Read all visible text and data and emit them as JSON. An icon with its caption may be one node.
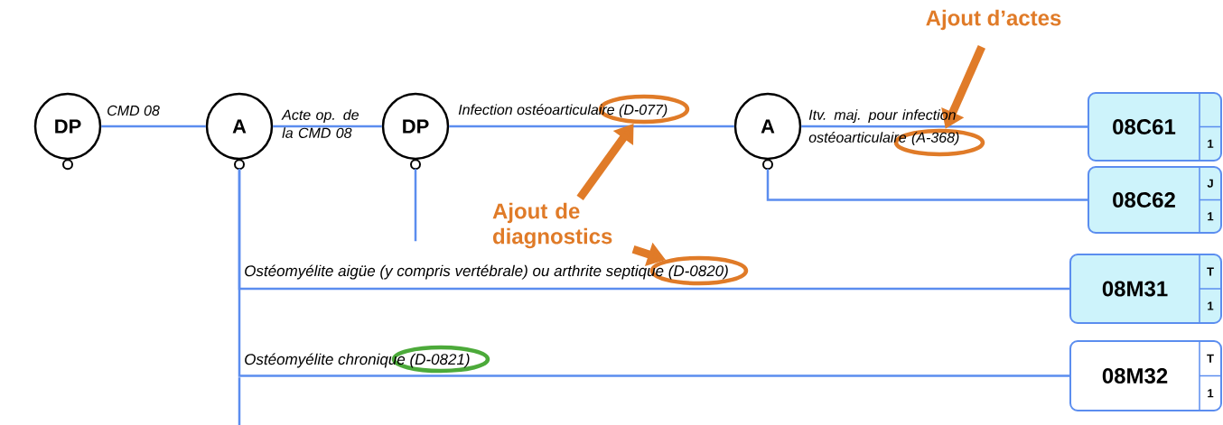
{
  "diagram": {
    "nodes": [
      {
        "text": [
          "DP"
        ]
      },
      {
        "text": [
          "A"
        ]
      },
      {
        "text": [
          "DP"
        ]
      },
      {
        "text": [
          "A"
        ]
      },
      {
        "text": [
          "08C61",
          "1"
        ]
      },
      {
        "text": [
          "08C62",
          "J",
          "1"
        ]
      },
      {
        "text": [
          "08M31",
          "T",
          "1"
        ]
      },
      {
        "text": [
          "08M32",
          "T",
          "1"
        ]
      },
      {
        "text": [
          "Ajout d’actes"
        ]
      },
      {
        "text": [
          "Ajout de diagnostics"
        ]
      },
      {
        "text": [],
        "shape": "ellipse"
      },
      {
        "text": [],
        "shape": "ellipse"
      },
      {
        "text": [],
        "shape": "ellipse"
      },
      {
        "text": [],
        "shape": "ellipse"
      }
    ],
    "edges": [
      {
        "from": 0,
        "to": 1,
        "arrow": "none",
        "label": "CMD 08"
      },
      {
        "from": 1,
        "to": 2,
        "arrow": "none",
        "label": "Acte op. de la CMD 08"
      },
      {
        "from": 2,
        "to": 3,
        "arrow": "none",
        "label": "Infection ostéoarticulaire (D-077)"
      },
      {
        "from": 3,
        "to": 4,
        "arrow": "none",
        "label": "Itv. maj. pour infection ostéoarticulaire (A-368)"
      },
      {
        "from": 3,
        "to": 5,
        "arrow": "none"
      },
      {
        "from": 1,
        "to": 6,
        "arrow": "none",
        "label": "Ostéomyélite aigüe (y compris vertébrale) ou arthrite septique (D-0820)"
      },
      {
        "from": 1,
        "to": 7,
        "arrow": "none",
        "label": "Ostéomyélite chronique (D-0821)"
      },
      {
        "from": 2,
        "to": null,
        "arrow": "none"
      },
      {
        "from": 8,
        "to": 11,
        "arrow": "to",
        "style": "thick",
        "color": "#e07b28"
      },
      {
        "from": 9,
        "to": 10,
        "arrow": "to",
        "style": "thick",
        "color": "#e07b28"
      },
      {
        "from": 9,
        "to": 12,
        "arrow": "to",
        "style": "thick",
        "color": "#e07b28"
      }
    ]
  }
}
